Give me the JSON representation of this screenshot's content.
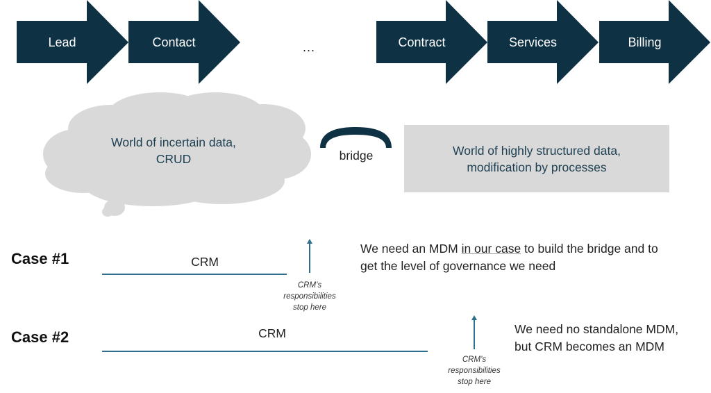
{
  "process_flow": {
    "steps_left": [
      "Lead",
      "Contact"
    ],
    "ellipsis": "...",
    "steps_right": [
      "Contract",
      "Services",
      "Billing"
    ],
    "arrow_color": "#0e3144"
  },
  "worlds": {
    "uncertain": {
      "line1": "World of incertain data,",
      "line2": "CRUD",
      "fill": "#d9d9d9"
    },
    "bridge": {
      "label": "bridge",
      "color": "#0e3144"
    },
    "structured": {
      "line1": "World of highly structured data,",
      "line2": "modification by processes",
      "fill": "#d9d9d9"
    }
  },
  "cases": [
    {
      "label": "Case #1",
      "system": "CRM",
      "note": [
        "CRM’s",
        "responsibilities",
        "stop here"
      ],
      "statement_parts": {
        "before": "We need an MDM ",
        "underlined": "in our case",
        "after_line1": " to build the bridge and to",
        "line2": "get the level of governance we need"
      }
    },
    {
      "label": "Case #2",
      "system": "CRM",
      "note": [
        "CRM’s",
        "responsibilities",
        "stop here"
      ],
      "statement_lines": [
        "We need no standalone MDM,",
        "but CRM becomes an MDM"
      ]
    }
  ],
  "line_color": "#2e6f8e"
}
